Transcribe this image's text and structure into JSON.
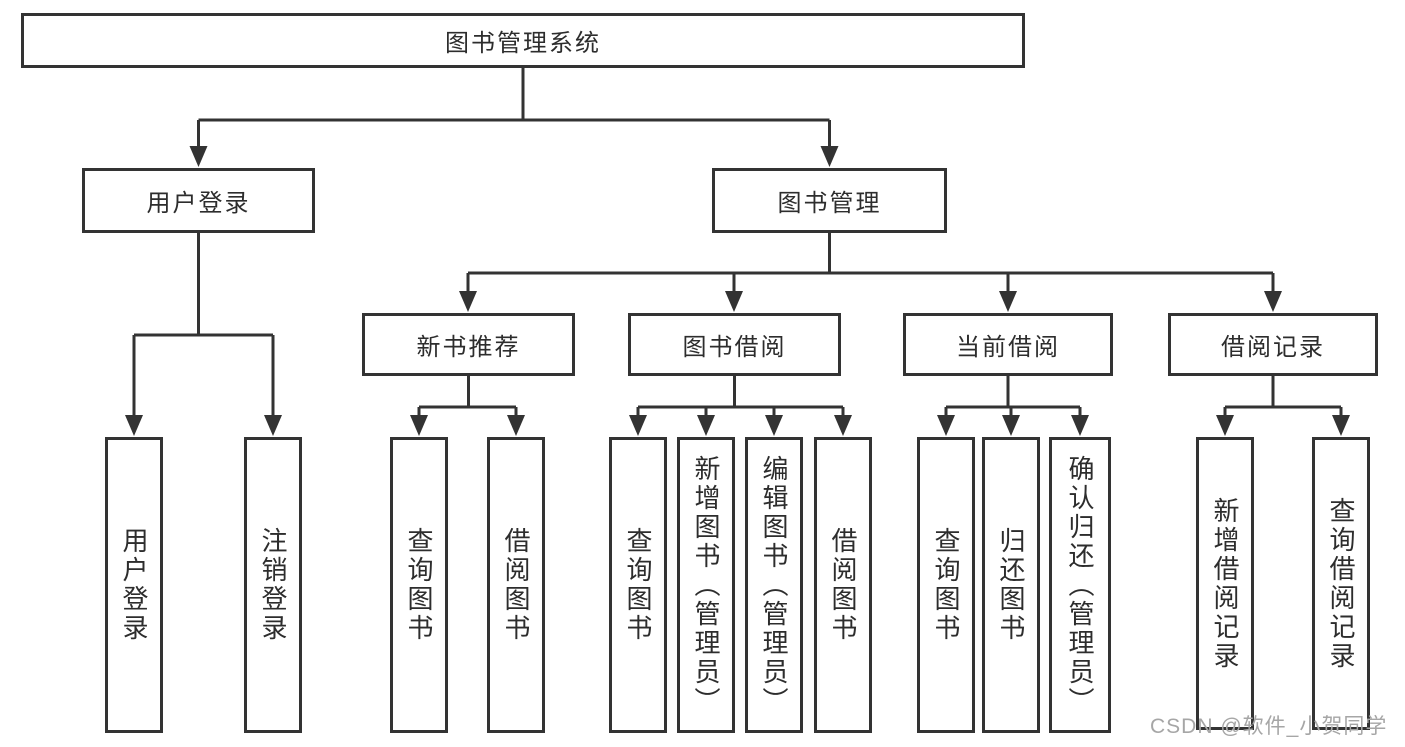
{
  "diagram": {
    "watermark": "CSDN @软件_小贺同学",
    "colors": {
      "line": "#333333",
      "box_border": "#333333",
      "box_fill": "#ffffff",
      "text": "#2d2d2d",
      "watermark": "#a6a6a6",
      "background": "#ffffff"
    },
    "tree": {
      "root": {
        "label": "图书管理系统"
      },
      "branches": [
        {
          "label": "用户登录",
          "children": [
            {
              "label": "用户登录"
            },
            {
              "label": "注销登录"
            }
          ]
        },
        {
          "label": "图书管理",
          "groups": [
            {
              "label": "新书推荐",
              "children": [
                {
                  "label": "查询图书"
                },
                {
                  "label": "借阅图书"
                }
              ]
            },
            {
              "label": "图书借阅",
              "children": [
                {
                  "label": "查询图书"
                },
                {
                  "label": "新增图书（管理员）"
                },
                {
                  "label": "编辑图书（管理员）"
                },
                {
                  "label": "借阅图书"
                }
              ]
            },
            {
              "label": "当前借阅",
              "children": [
                {
                  "label": "查询图书"
                },
                {
                  "label": "归还图书"
                },
                {
                  "label": "确认归还（管理员）"
                }
              ]
            },
            {
              "label": "借阅记录",
              "children": [
                {
                  "label": "新增借阅记录"
                },
                {
                  "label": "查询借阅记录"
                }
              ]
            }
          ]
        }
      ]
    }
  }
}
